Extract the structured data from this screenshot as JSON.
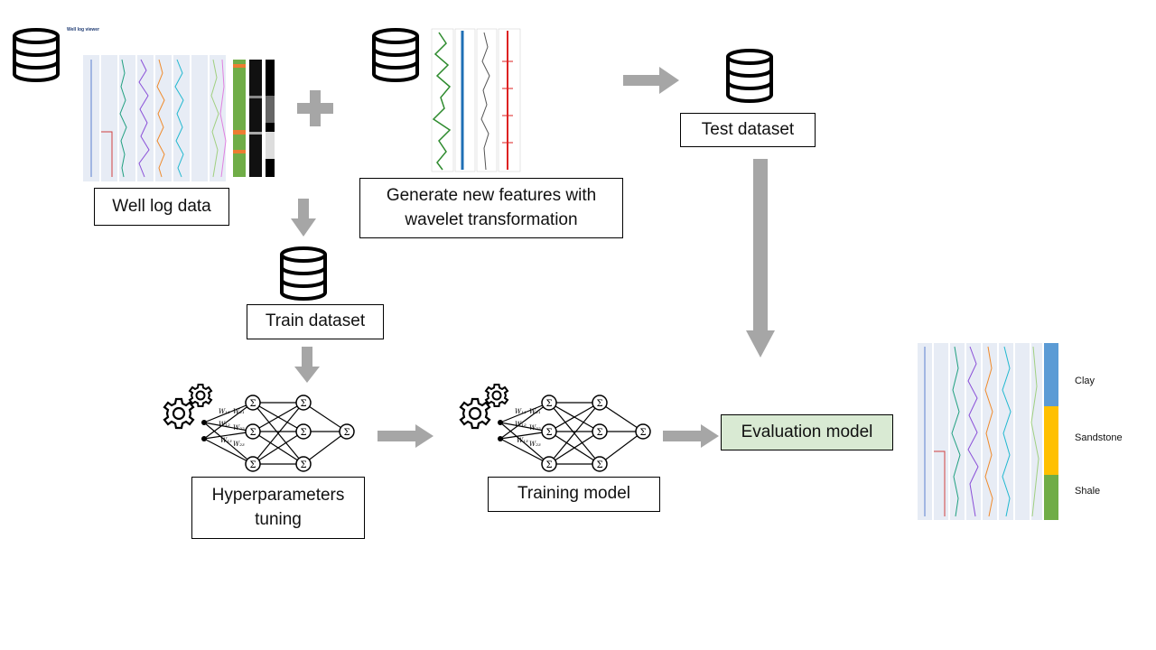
{
  "boxes": {
    "well_log_data": "Well log data",
    "generate_features": "Generate new features with\nwavelet transformation",
    "test_dataset": "Test dataset",
    "train_dataset": "Train dataset",
    "hyperparameters_tuning": "Hyperparameters\ntuning",
    "training_model": "Training model",
    "evaluation_model": "Evaluation model"
  },
  "well_log_viewer_title": "Well log viewer",
  "lithology_legend": [
    "Clay",
    "Sandstone",
    "Shale"
  ],
  "colors": {
    "clay": "#5b9bd5",
    "sandstone": "#ffc000",
    "shale": "#70ad47",
    "arrow": "#a6a6a6",
    "evaluation_box": "#d9ead3"
  },
  "icons": [
    "database-icon",
    "plus-icon",
    "gear-icon",
    "neural-network-icon",
    "arrow-icon"
  ]
}
